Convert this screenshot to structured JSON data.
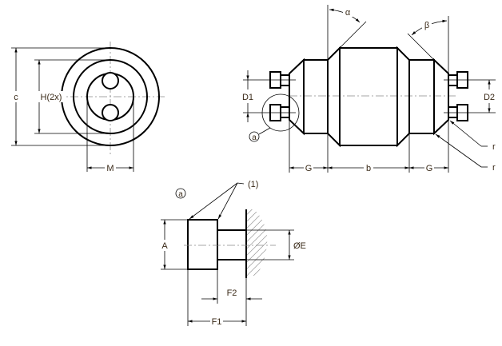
{
  "front_view": {
    "labels": {
      "c": "c",
      "h": "H(2x)",
      "m": "M"
    }
  },
  "side_view": {
    "labels": {
      "alpha": "α",
      "beta": "β",
      "d1": "D1",
      "d2": "D2",
      "g_left": "G",
      "b": "b",
      "g_right": "G",
      "r1": "r",
      "r2": "r",
      "detail_ref": "a"
    }
  },
  "detail_view": {
    "labels": {
      "detail_ref": "a",
      "note": "(1)",
      "a": "A",
      "e": "ØE",
      "f1": "F1",
      "f2": "F2"
    }
  }
}
